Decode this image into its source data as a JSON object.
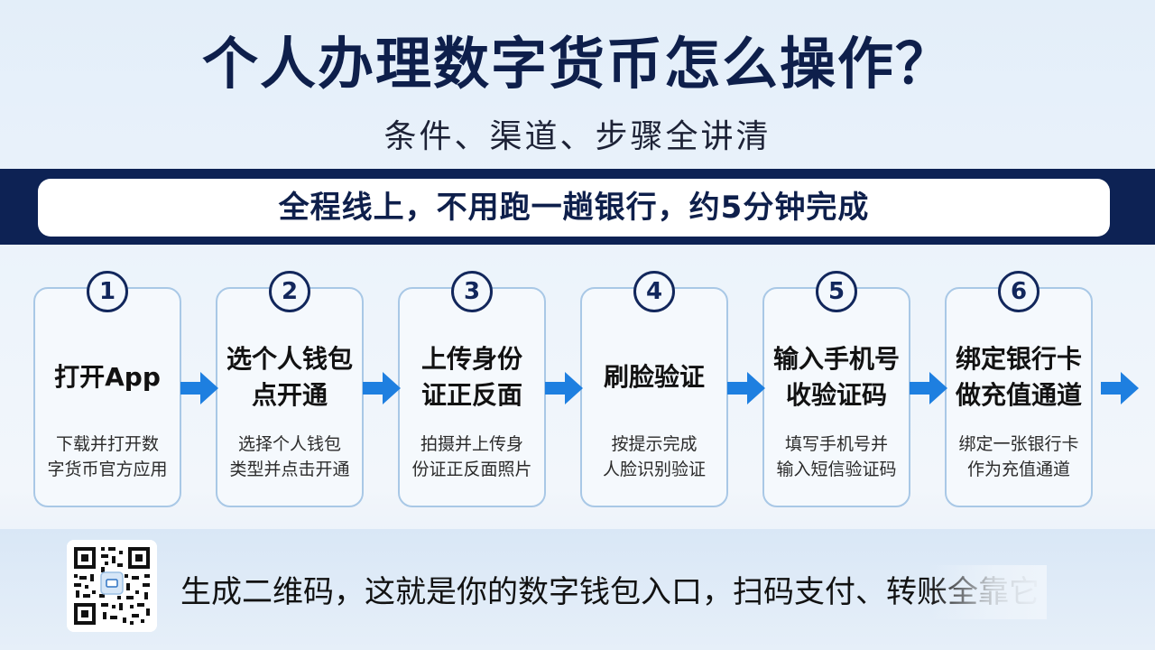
{
  "title": "个人办理数字货币怎么操作？",
  "subtitle": "条件、渠道、步骤全讲清",
  "banner": "全程线上，不用跑一趟银行，约5分钟完成",
  "steps": [
    {
      "num": "1",
      "title": "打开App",
      "desc": "下载并打开数\n字货币官方应用"
    },
    {
      "num": "2",
      "title": "选个人钱包\n点开通",
      "desc": "选择个人钱包\n类型并点击开通"
    },
    {
      "num": "3",
      "title": "上传身份\n证正反面",
      "desc": "拍摄并上传身\n份证正反面照片"
    },
    {
      "num": "4",
      "title": "刷脸验证",
      "desc": "按提示完成\n人脸识别验证"
    },
    {
      "num": "5",
      "title": "输入手机号\n收验证码",
      "desc": "填写手机号并\n输入短信验证码"
    },
    {
      "num": "6",
      "title": "绑定银行卡\n做充值通道",
      "desc": "绑定一张银行卡\n作为充值通道"
    }
  ],
  "bottom": {
    "text": "生成二维码，这就是你的数字钱包入口，扫码支付、转账全靠它"
  },
  "colors": {
    "navy": "#0d2254",
    "arrow_blue": "#1e7fe0",
    "card_border": "#a9c8e6"
  }
}
